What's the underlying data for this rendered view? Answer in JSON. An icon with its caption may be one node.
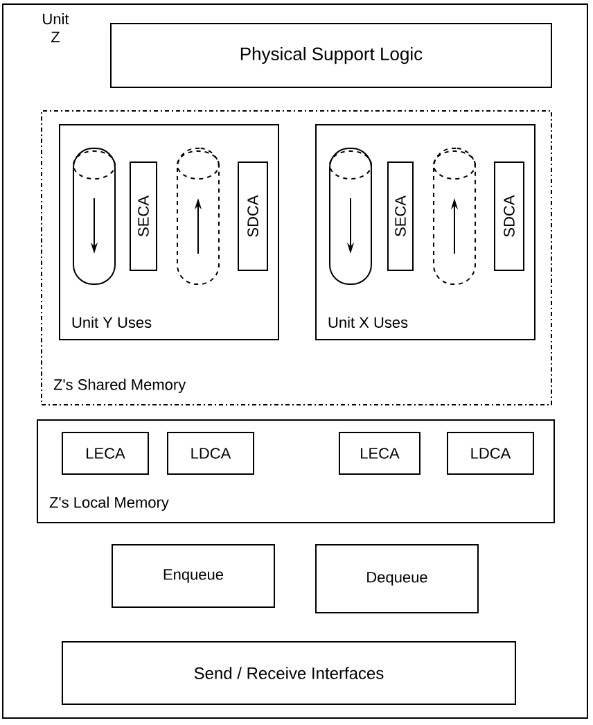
{
  "diagram": {
    "nodes": [
      {
        "text": [
          "Unit Z"
        ]
      },
      {
        "text": [
          "Physical Support Logic"
        ],
        "in": 0
      },
      {
        "text": [
          "Z's Shared Memory"
        ],
        "in": 0
      },
      {
        "text": [
          "Unit Y Uses"
        ],
        "in": 2
      },
      {
        "text": [],
        "shape": "cylinder",
        "in": 3
      },
      {
        "text": [
          "SECA"
        ],
        "in": 3
      },
      {
        "text": [],
        "shape": "cylinder",
        "in": 3
      },
      {
        "text": [
          "SDCA"
        ],
        "in": 3
      },
      {
        "text": [
          "Unit X Uses"
        ],
        "in": 2
      },
      {
        "text": [],
        "shape": "cylinder",
        "in": 8
      },
      {
        "text": [
          "SECA"
        ],
        "in": 8
      },
      {
        "text": [],
        "shape": "cylinder",
        "in": 8
      },
      {
        "text": [
          "SDCA"
        ],
        "in": 8
      },
      {
        "text": [
          "Z's Local Memory"
        ],
        "in": 0
      },
      {
        "text": [
          "LECA"
        ],
        "in": 13
      },
      {
        "text": [
          "LDCA"
        ],
        "in": 13
      },
      {
        "text": [
          "LECA"
        ],
        "in": 13
      },
      {
        "text": [
          "LDCA"
        ],
        "in": 13
      },
      {
        "text": [
          "Enqueue"
        ],
        "in": 0
      },
      {
        "text": [
          "Dequeue"
        ],
        "in": 0
      },
      {
        "text": [
          "Send / Receive Interfaces"
        ],
        "in": 0
      }
    ],
    "edges": []
  }
}
